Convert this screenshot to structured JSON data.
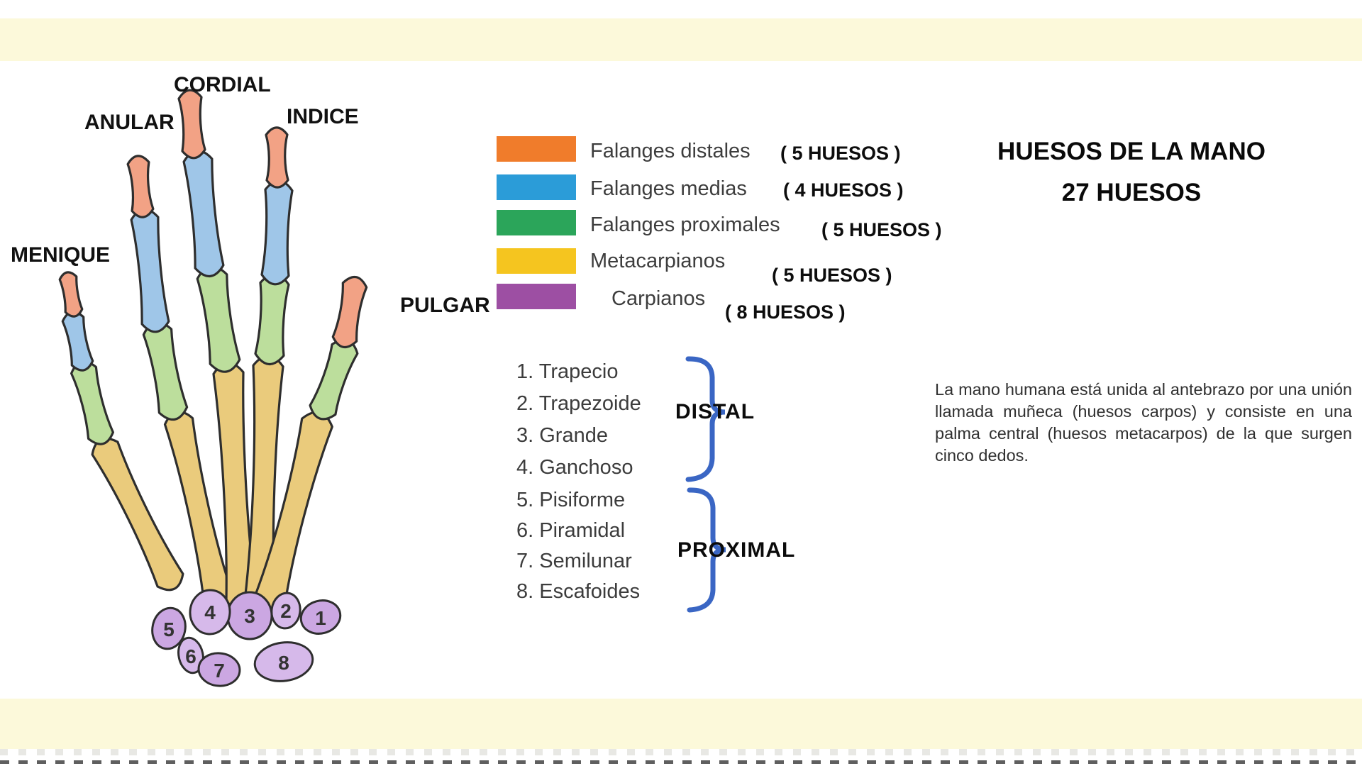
{
  "page": {
    "title_line1": "HUESOS DE LA MANO",
    "title_line2": "27 HUESOS",
    "description": "La mano humana está unida al antebrazo por una unión llamada muñeca (huesos carpos) y consiste en una palma central (huesos metacarpos) de la que surgen cinco dedos.",
    "accent_strip_color": "#FCF9DA"
  },
  "hand": {
    "finger_labels": {
      "menique": "MENIQUE",
      "anular": "ANULAR",
      "cordial": "CORDIAL",
      "indice": "INDICE",
      "pulgar": "PULGAR"
    },
    "carpal_numbers": [
      "1",
      "2",
      "3",
      "4",
      "5",
      "6",
      "7",
      "8"
    ]
  },
  "legend": {
    "items": [
      {
        "label": "Falanges distales",
        "count": "( 5 HUESOS )",
        "color": "#F07C2B"
      },
      {
        "label": "Falanges medias",
        "count": "( 4 HUESOS )",
        "color": "#2B9CD8"
      },
      {
        "label": "Falanges proximales",
        "count": "( 5 HUESOS )",
        "color": "#2BA55A"
      },
      {
        "label": "Metacarpianos",
        "count": "( 5 HUESOS )",
        "color": "#F5C51F"
      },
      {
        "label": "Carpianos",
        "count": "( 8 HUESOS )",
        "color": "#9D4FA3"
      }
    ]
  },
  "carpal_list": {
    "distal": {
      "label": "DISTAL",
      "items": [
        "1. Trapecio",
        "2. Trapezoide",
        "3. Grande",
        "4. Ganchoso"
      ]
    },
    "proximal": {
      "label": "PROXIMAL",
      "items": [
        "5. Pisiforme",
        "6. Piramidal",
        "7. Semilunar",
        "8. Escafoides"
      ]
    }
  },
  "illustration_colors": {
    "distal": "#F2A285",
    "middle": "#9FC6E8",
    "proximal": "#BCDE9C",
    "metacarpal": "#EACB7C",
    "carpal": "#CBA7E2",
    "carpal_light": "#D6B9EA",
    "outline": "#2E2E2E",
    "bracket_blue": "#3A66C4"
  }
}
